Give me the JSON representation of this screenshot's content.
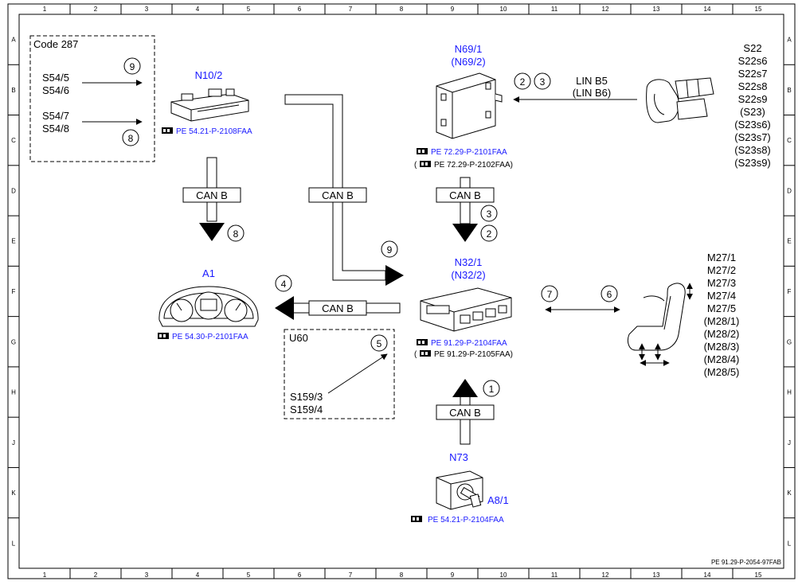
{
  "frame": {
    "columns": [
      "1",
      "2",
      "3",
      "4",
      "5",
      "6",
      "7",
      "8",
      "9",
      "10",
      "11",
      "12",
      "13",
      "14",
      "15"
    ],
    "rows": [
      "A",
      "B",
      "C",
      "D",
      "E",
      "F",
      "G",
      "H",
      "J",
      "K",
      "L"
    ],
    "doc_id": "PE 91.29-P-2054-97FAB"
  },
  "code287": {
    "title": "Code 287",
    "top_lines": [
      "S54/5",
      "S54/6"
    ],
    "bottom_lines": [
      "S54/7",
      "S54/8"
    ],
    "marker_top": "9",
    "marker_bottom": "8"
  },
  "n10_2": {
    "label": "N10/2",
    "ref": "PE 54.21-P-2108FAA"
  },
  "n69_1": {
    "label": "N69/1",
    "label_alt": "(N69/2)",
    "ref1": "PE 72.29-P-2101FAA",
    "ref2_open": "(",
    "ref2": "PE 72.29-P-2102FAA)"
  },
  "s22": {
    "labels": [
      "S22",
      "S22s6",
      "S22s7",
      "S22s8",
      "S22s9",
      "(S23)",
      "(S23s6)",
      "(S23s7)",
      "(S23s8)",
      "(S23s9)"
    ]
  },
  "lin": {
    "label1": "LIN B5",
    "label2": "(LIN B6)",
    "marker_a": "2",
    "marker_b": "3"
  },
  "can_labels": {
    "left": "CAN B",
    "middle": "CAN B",
    "right": "CAN B",
    "to_a1": "CAN B",
    "bottom": "CAN B"
  },
  "markers": {
    "left_down": "8",
    "middle": "9",
    "right_down_a": "3",
    "right_down_b": "2",
    "a1": "4",
    "u60": "5",
    "seat_left": "7",
    "seat_right": "6",
    "n73": "1"
  },
  "a1": {
    "label": "A1",
    "ref": "PE 54.30-P-2101FAA"
  },
  "n32_1": {
    "label": "N32/1",
    "label_alt": "(N32/2)",
    "ref1": "PE 91.29-P-2104FAA",
    "ref2_open": "(",
    "ref2": "PE 91.29-P-2105FAA)"
  },
  "u60": {
    "title": "U60",
    "lines": [
      "S159/3",
      "S159/4"
    ]
  },
  "m27": {
    "labels": [
      "M27/1",
      "M27/2",
      "M27/3",
      "M27/4",
      "M27/5",
      "(M28/1)",
      "(M28/2)",
      "(M28/3)",
      "(M28/4)",
      "(M28/5)"
    ]
  },
  "n73": {
    "label": "N73",
    "sublabel": "A8/1",
    "ref": "PE 54.21-P-2104FAA"
  }
}
